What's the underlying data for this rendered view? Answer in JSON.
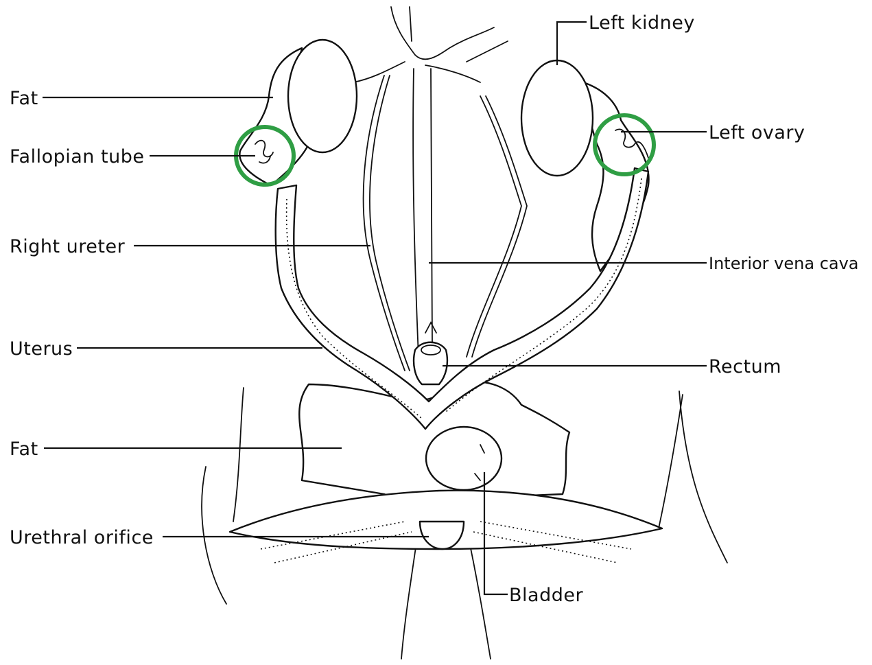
{
  "labels": {
    "fat_top": "Fat",
    "fallopian_tube": "Fallopian tube",
    "right_ureter": "Right ureter",
    "uterus": "Uterus",
    "fat_bottom": "Fat",
    "urethral_orifice": "Urethral orifice",
    "left_kidney": "Left kidney",
    "left_ovary": "Left ovary",
    "interior_vena_cava": "Interior vena cava",
    "rectum": "Rectum",
    "bladder": "Bladder"
  },
  "highlight_color": "#2f9e44",
  "highlighted": [
    "right ovary / fallopian tube region",
    "left ovary"
  ]
}
